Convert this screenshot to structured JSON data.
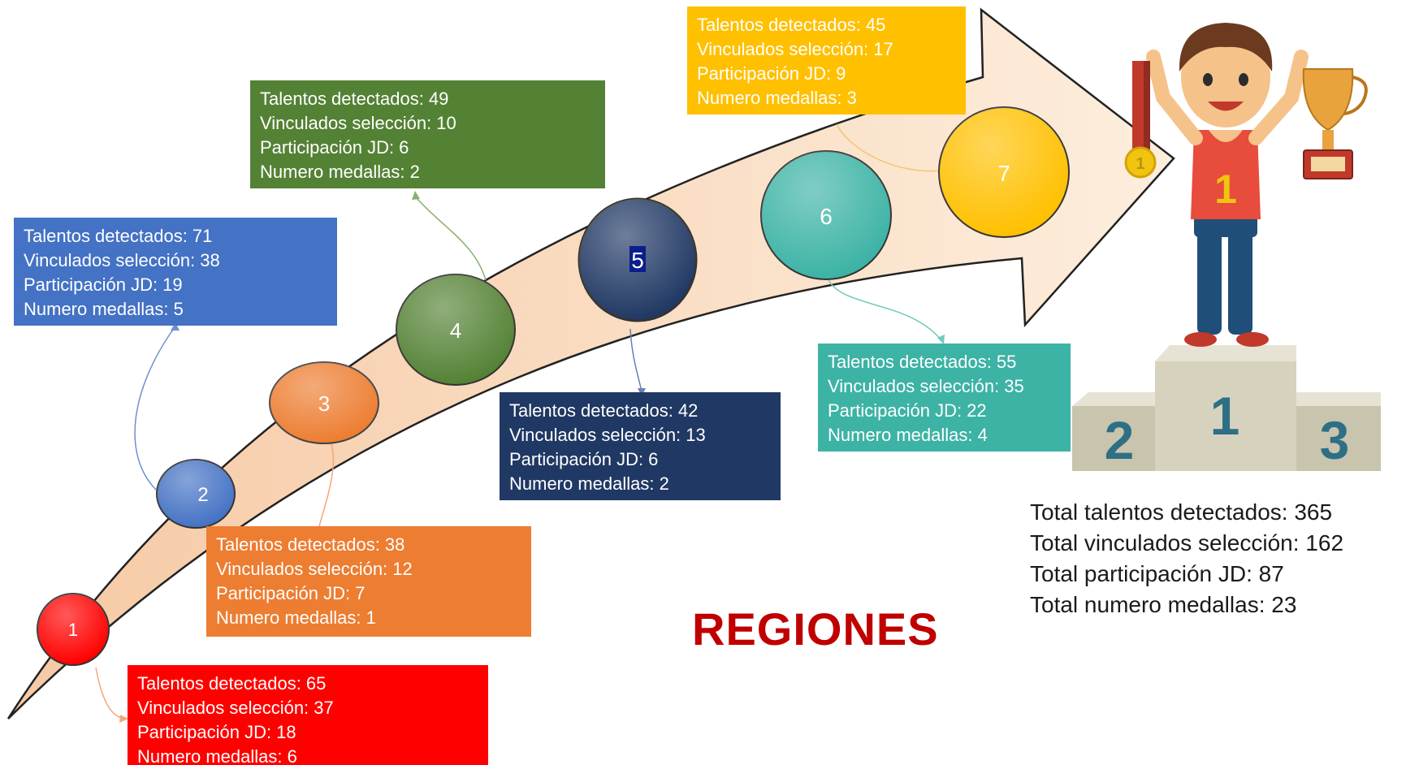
{
  "title": "REGIONES",
  "colors": {
    "region1": "#ff0000",
    "region2": "#4472c4",
    "region3": "#ed7d31",
    "region4": "#548235",
    "region5": "#203864",
    "region6": "#3cb3a5",
    "region7": "#ffc000",
    "arrow_fill": "#fde9d9",
    "title": "#c00000"
  },
  "regions": [
    {
      "number": "1",
      "talentos": "Talentos detectados: 65",
      "vinculados": "Vinculados selección: 37",
      "participacion": "Participación JD: 18",
      "medallas": "Numero medallas: 6"
    },
    {
      "number": "2",
      "talentos": "Talentos detectados: 71",
      "vinculados": "Vinculados selección: 38",
      "participacion": "Participación JD: 19",
      "medallas": "Numero medallas: 5"
    },
    {
      "number": "3",
      "talentos": "Talentos detectados:  38",
      "vinculados": "Vinculados selección: 12",
      "participacion": "Participación JD: 7",
      "medallas": "Numero medallas:  1"
    },
    {
      "number": "4",
      "talentos": "Talentos detectados:  49",
      "vinculados": "Vinculados selección: 10",
      "participacion": "Participación JD: 6",
      "medallas": "Numero medallas:  2"
    },
    {
      "number": "5",
      "talentos": "Talentos detectados: 42",
      "vinculados": "Vinculados selección: 13",
      "participacion": "Participación JD: 6",
      "medallas": "Numero medallas: 2"
    },
    {
      "number": "6",
      "talentos": "Talentos detectados: 55",
      "vinculados": "Vinculados selección: 35",
      "participacion": "Participación JD: 22",
      "medallas": "Numero medallas: 4"
    },
    {
      "number": "7",
      "talentos": "Talentos detectados: 45",
      "vinculados": "Vinculados selección: 17",
      "participacion": "Participación JD: 9",
      "medallas": "Numero medallas: 3"
    }
  ],
  "totals": {
    "talentos": "Total talentos detectados: 365",
    "vinculados": "Total vinculados selección: 162",
    "participacion": "Total participación JD: 87",
    "medallas": "Total numero medallas: 23"
  },
  "podium": {
    "first": "1",
    "second": "2",
    "third": "3"
  },
  "athlete": {
    "shirt_number": "1",
    "medal_number": "1"
  },
  "icons": {
    "athlete": "athlete-winner-icon",
    "trophy": "trophy-icon",
    "medal": "medal-icon",
    "podium": "podium-icon",
    "arrow": "progress-arrow-icon"
  }
}
